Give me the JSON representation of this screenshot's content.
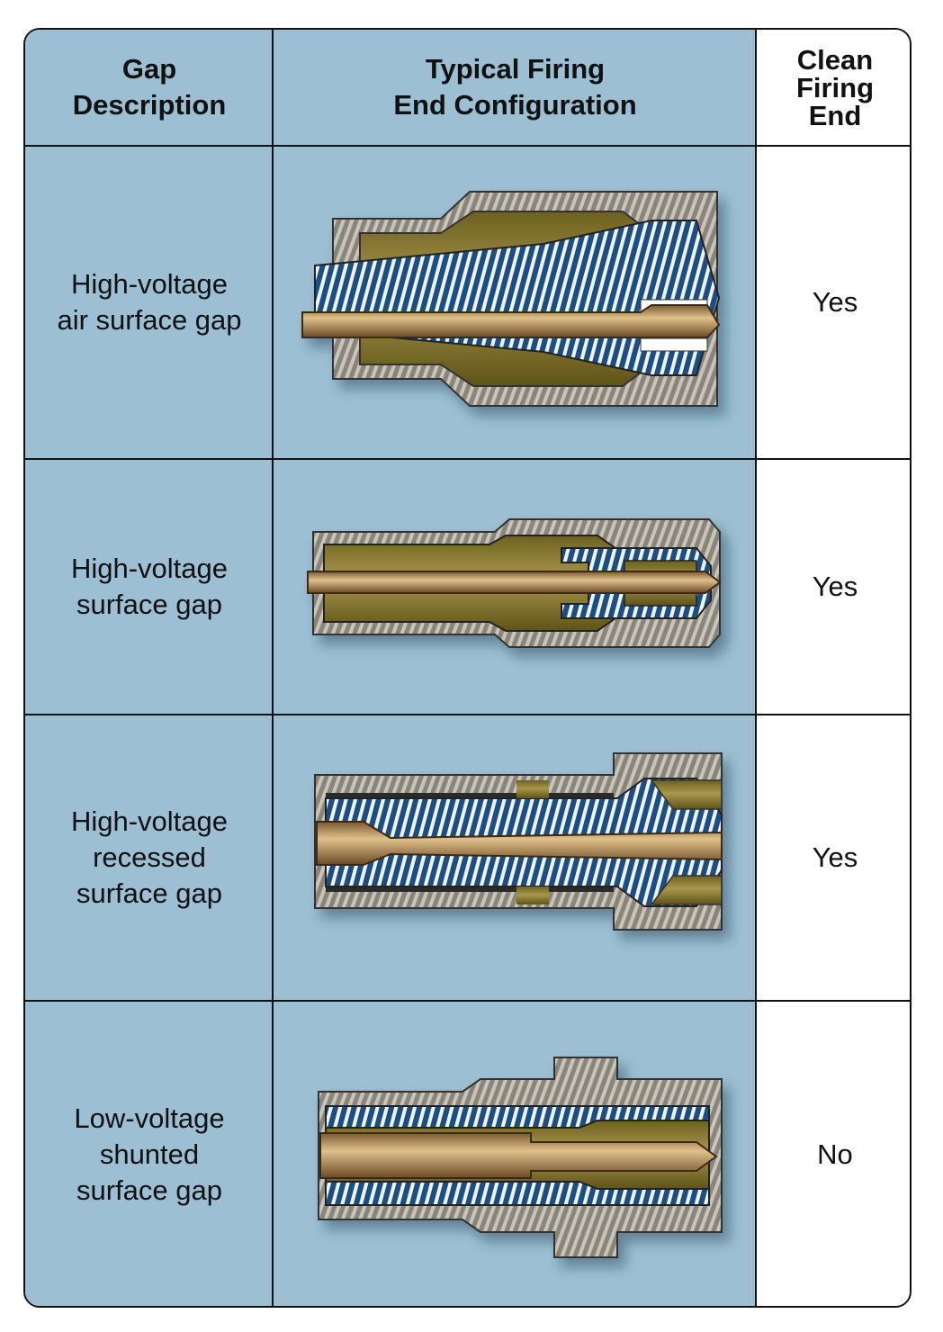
{
  "headers": {
    "gap_description": "Gap\nDescription",
    "firing_end": "Typical Firing\nEnd Configuration",
    "clean_firing_end": "Clean\nFiring\nEnd"
  },
  "rows": [
    {
      "description": "High-voltage\nair surface gap",
      "clean": "Yes"
    },
    {
      "description": "High-voltage\nsurface gap",
      "clean": "Yes"
    },
    {
      "description": "High-voltage\nrecessed\nsurface gap",
      "clean": "Yes"
    },
    {
      "description": "Low-voltage\nshunted\nsurface gap",
      "clean": "No"
    }
  ],
  "colors": {
    "cell_blue": "#9dbfd3",
    "shell_gray": "#8f8a80",
    "insulator_blue": "#1f4f80",
    "brass": "#8a7a30",
    "electrode": "#b08a55"
  }
}
